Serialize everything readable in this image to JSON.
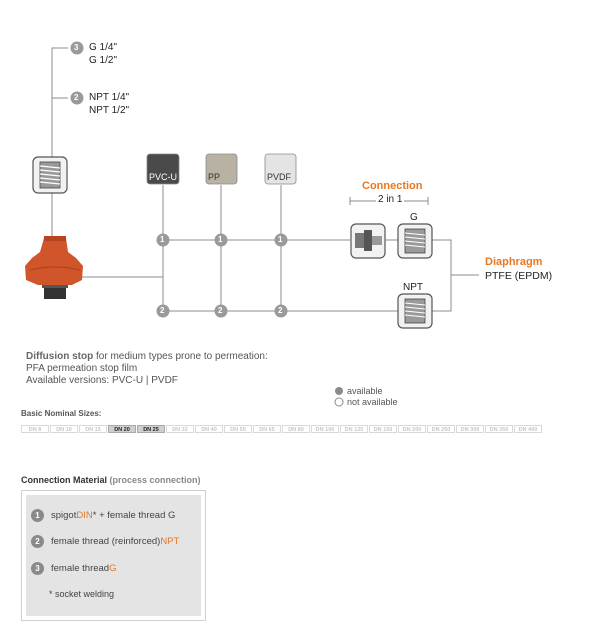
{
  "thread_options": {
    "g": {
      "num": "3",
      "line1": "G 1/4\"",
      "line2": "G 1/2\""
    },
    "npt": {
      "num": "2",
      "line1": "NPT 1/4\"",
      "line2": "NPT 1/2\""
    }
  },
  "materials": [
    {
      "label": "PVC-U",
      "color": "#4a4a4a",
      "text_color": "#ffffff"
    },
    {
      "label": "PP",
      "color": "#b9b2a3",
      "text_color": "#333333"
    },
    {
      "label": "PVDF",
      "color": "#e4e4e4",
      "text_color": "#333333"
    }
  ],
  "branch_nums": {
    "one": "1",
    "two": "2"
  },
  "connection": {
    "title": "Connection",
    "dimension": "2 in 1",
    "g_label": "G",
    "npt_label": "NPT"
  },
  "diaphragm": {
    "title": "Diaphragm",
    "material": "PTFE (EPDM)"
  },
  "diffusion": {
    "bold": "Diffusion stop",
    "rest": " for medium types prone to permeation:",
    "line2": "PFA permeation stop film",
    "line3": "Available versions: PVC-U | PVDF"
  },
  "legend": {
    "available": "available",
    "not_available": "not available"
  },
  "sizes": {
    "title": "Basic Nominal Sizes:",
    "items": [
      "DN 8",
      "DN 10",
      "DN 15",
      "DN 20",
      "DN 25",
      "DN 32",
      "DN 40",
      "DN 50",
      "DN 65",
      "DN 80",
      "DN 100",
      "DN 125",
      "DN 150",
      "DN 200",
      "DN 250",
      "DN 300",
      "DN 350",
      "DN 400"
    ],
    "active": [
      "DN 20",
      "DN 25"
    ]
  },
  "connection_material": {
    "title": "Connection Material",
    "title_suffix": "(process connection)",
    "rows": [
      {
        "num": "1",
        "pre": "spigot ",
        "hl": "DIN",
        "post": "* + female thread G"
      },
      {
        "num": "2",
        "pre": "female thread (reinforced) ",
        "hl": "NPT",
        "post": ""
      },
      {
        "num": "3",
        "pre": "female thread ",
        "hl": "G",
        "post": ""
      }
    ],
    "footnote": "* socket welding"
  },
  "colors": {
    "accent": "#e87722",
    "line": "#8c8c8c",
    "valve_body": "#d1552a"
  }
}
